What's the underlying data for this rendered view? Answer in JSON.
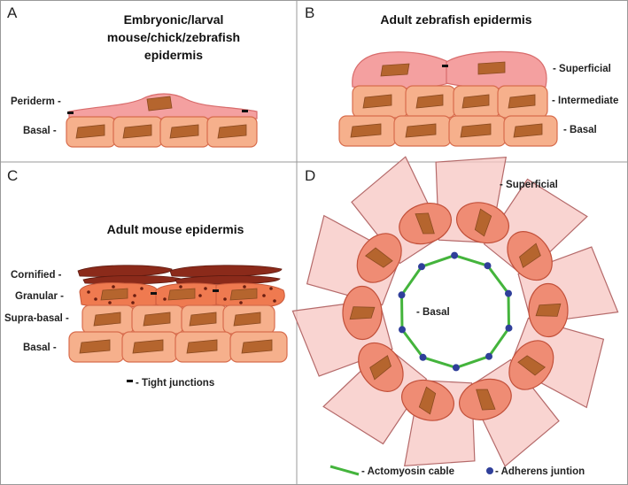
{
  "panels": {
    "a": {
      "letter": "A",
      "title_lines": [
        "Embryonic/larval",
        "mouse/chick/zebrafish",
        "epidermis"
      ],
      "labels": {
        "periderm": "Periderm -",
        "basal": "Basal -"
      }
    },
    "b": {
      "letter": "B",
      "title": "Adult zebrafish epidermis",
      "labels": {
        "superficial": "- Superficial",
        "intermediate": "- Intermediate",
        "basal": "- Basal"
      }
    },
    "c": {
      "letter": "C",
      "title": "Adult mouse epidermis",
      "labels": {
        "cornified": "Cornified -",
        "granular": "Granular -",
        "suprabasal": "Supra-basal -",
        "basal": "Basal -"
      },
      "legend": "- Tight junctions"
    },
    "d": {
      "letter": "D",
      "labels": {
        "superficial": "- Superficial",
        "basal": "- Basal"
      },
      "legend": {
        "actomyosin": "- Actomyosin cable",
        "adherens": "- Adherens juntion"
      }
    }
  },
  "colors": {
    "cell_fill": "#f6b08c",
    "cell_stroke": "#d86c4c",
    "nucleus_fill": "#b5652e",
    "periderm_fill": "#f4a0a0",
    "granular_fill": "#ef7a50",
    "cornified_fill": "#8b2a1a",
    "superficial_d_fill": "#f7c6c2",
    "basal_d_fill": "#ef8c74",
    "actomyosin": "#44b43c",
    "adherens": "#2f3f9a",
    "tight_junction": "#111111"
  }
}
